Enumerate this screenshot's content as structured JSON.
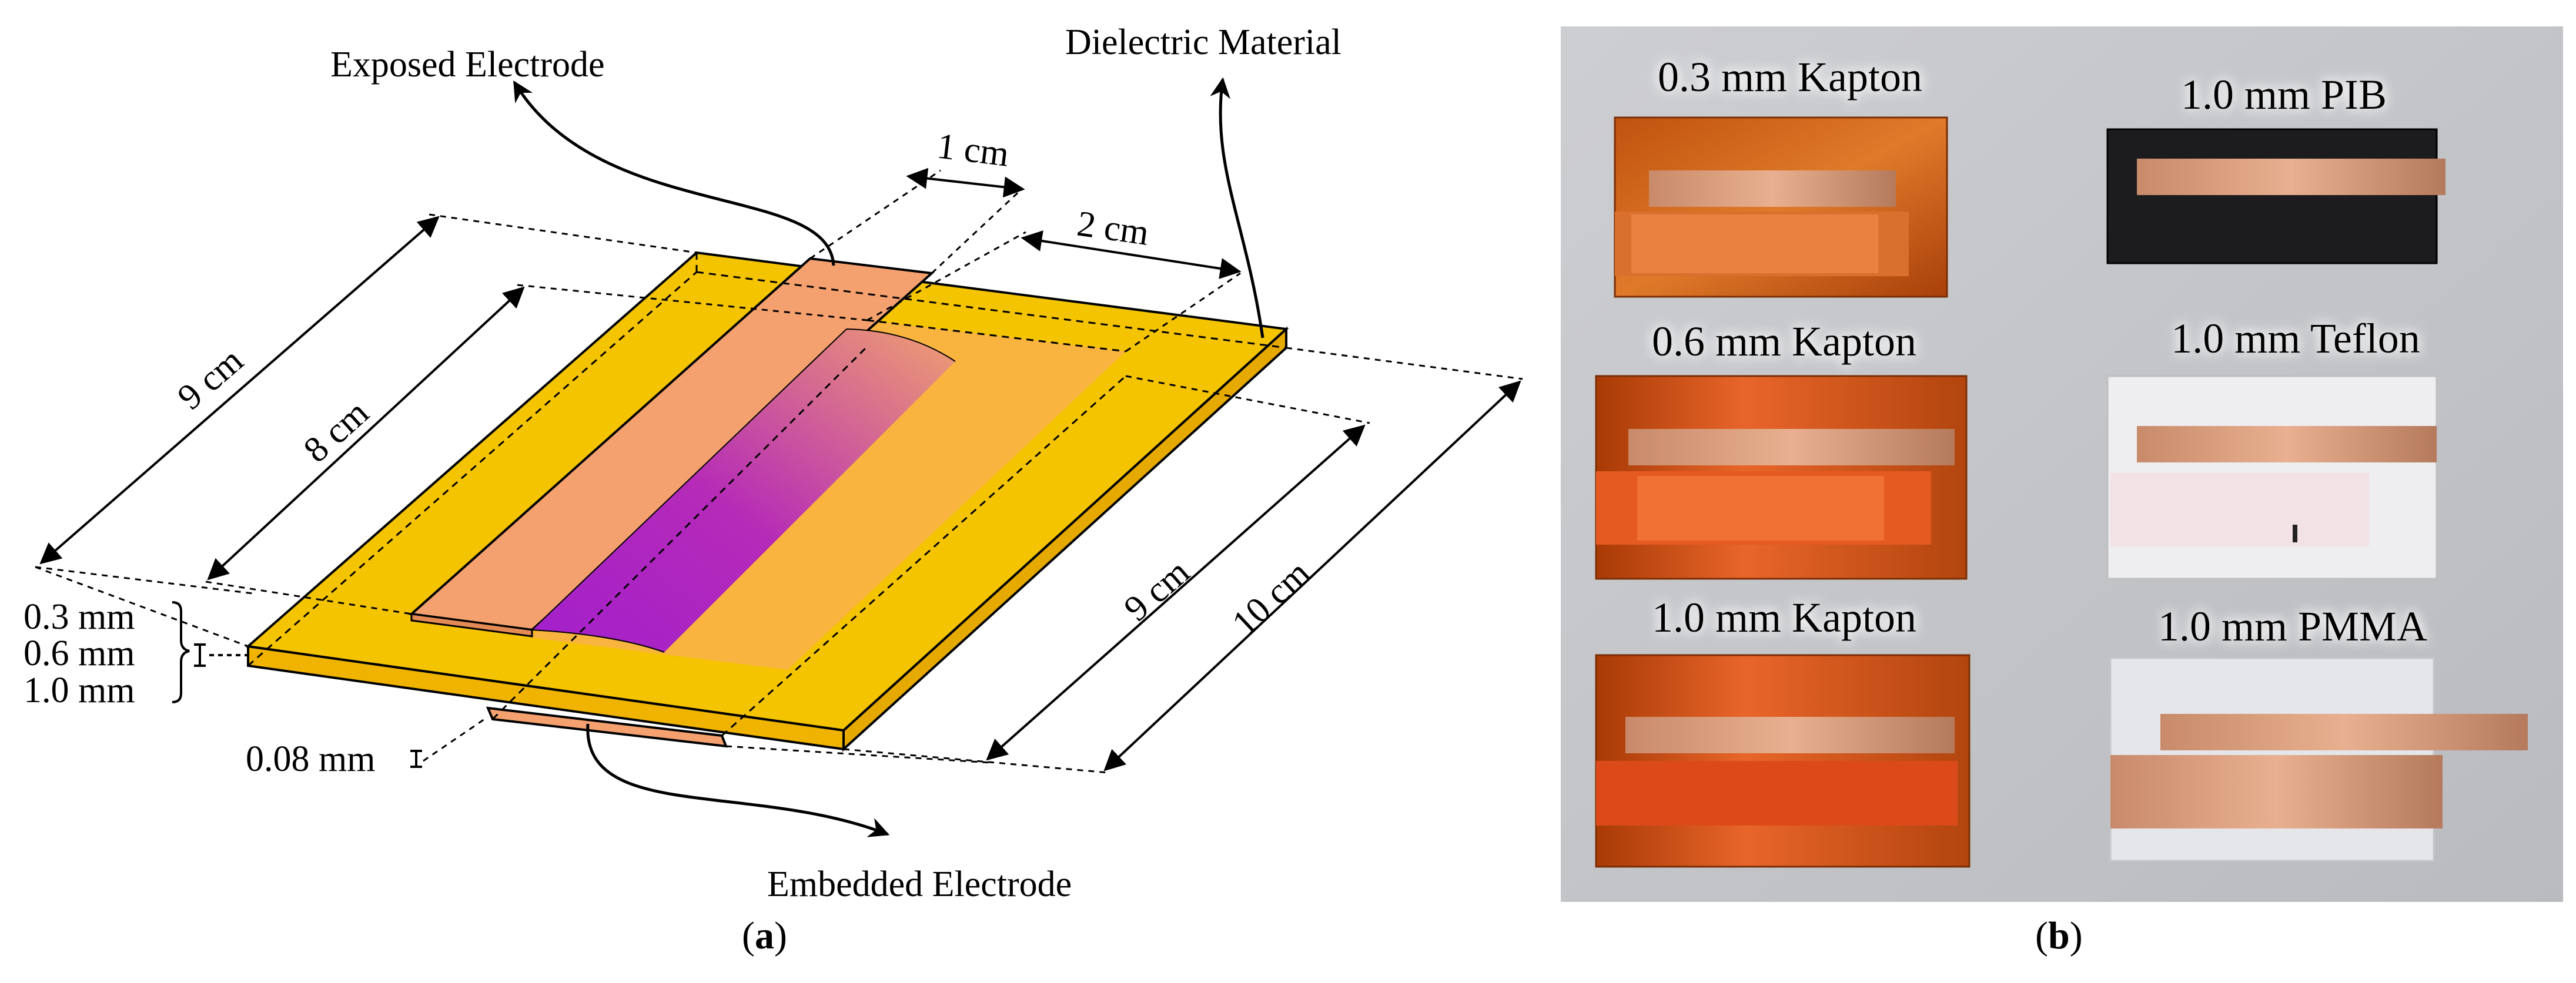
{
  "panel_a": {
    "labels": {
      "exposed_electrode": "Exposed Electrode",
      "dielectric_material": "Dielectric Material",
      "embedded_electrode": "Embedded Electrode",
      "dim_1cm": "1 cm",
      "dim_2cm": "2 cm",
      "dim_9cm_left": "9 cm",
      "dim_8cm": "8 cm",
      "dim_9cm_right": "9 cm",
      "dim_10cm": "10 cm",
      "thickness_03": "0.3 mm",
      "thickness_06": "0.6 mm",
      "thickness_10": "1.0 mm",
      "thickness_008": "0.08 mm"
    },
    "caption_letter": "a",
    "colors": {
      "dielectric": "#f5c400",
      "electrode": "#f5a16f",
      "plasma_start": "#b01ec8",
      "plasma_end": "#f5a16f"
    }
  },
  "panel_b": {
    "samples": [
      {
        "label": "0.3 mm Kapton"
      },
      {
        "label": "1.0 mm PIB"
      },
      {
        "label": "0.6 mm Kapton"
      },
      {
        "label": "1.0 mm Teflon"
      },
      {
        "label": "1.0 mm Kapton"
      },
      {
        "label": "1.0 mm PMMA"
      }
    ],
    "caption_letter": "b"
  }
}
